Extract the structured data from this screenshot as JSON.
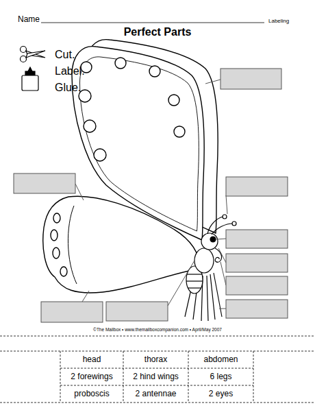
{
  "diagram": {
    "title": "Perfect Parts",
    "labels": [
      "Name",
      "Labeling",
      "Cut.",
      "Label.",
      "Glue.",
      "©The Mailbox • www.themailboxcompanion.com • April/May 2007",
      "head",
      "thorax",
      "abdomen",
      "2 forewings",
      "2 hind wings",
      "6 legs",
      "proboscis",
      "2 antennae",
      "2 eyes"
    ]
  }
}
